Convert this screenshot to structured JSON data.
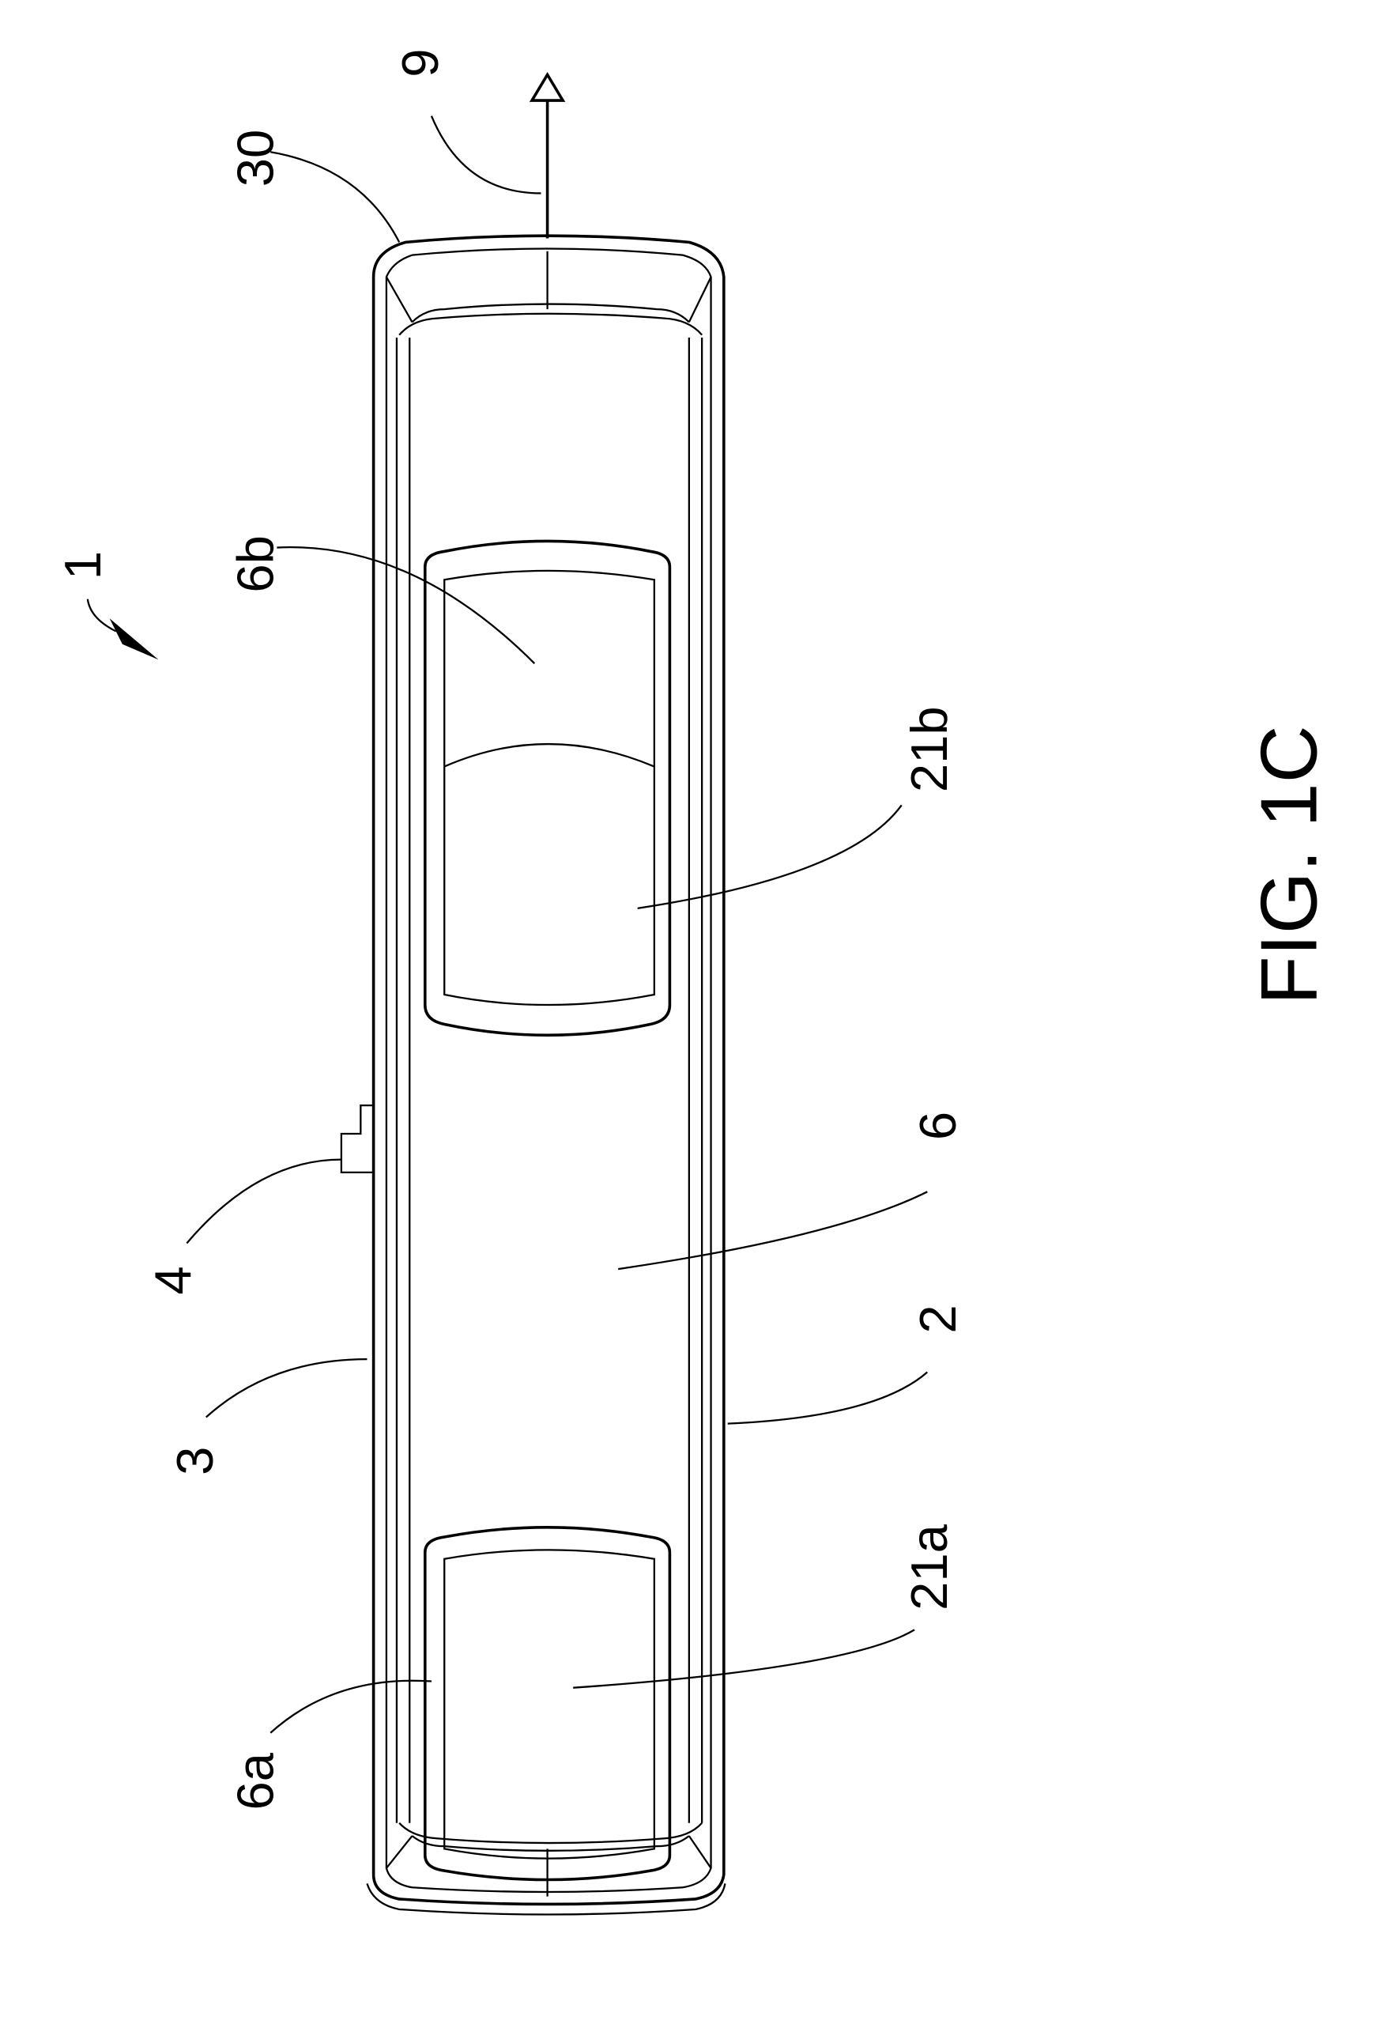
{
  "figure": {
    "caption": "FIG. 1C",
    "labels": {
      "device": "1",
      "end_cap": "30",
      "axis_arrow": "9",
      "window_upper": "6b",
      "window_upper_region": "21b",
      "body_panel": "6",
      "protrusion": "4",
      "side_right": "2",
      "side_left": "3",
      "window_lower_region": "21a",
      "window_lower": "6a"
    }
  }
}
